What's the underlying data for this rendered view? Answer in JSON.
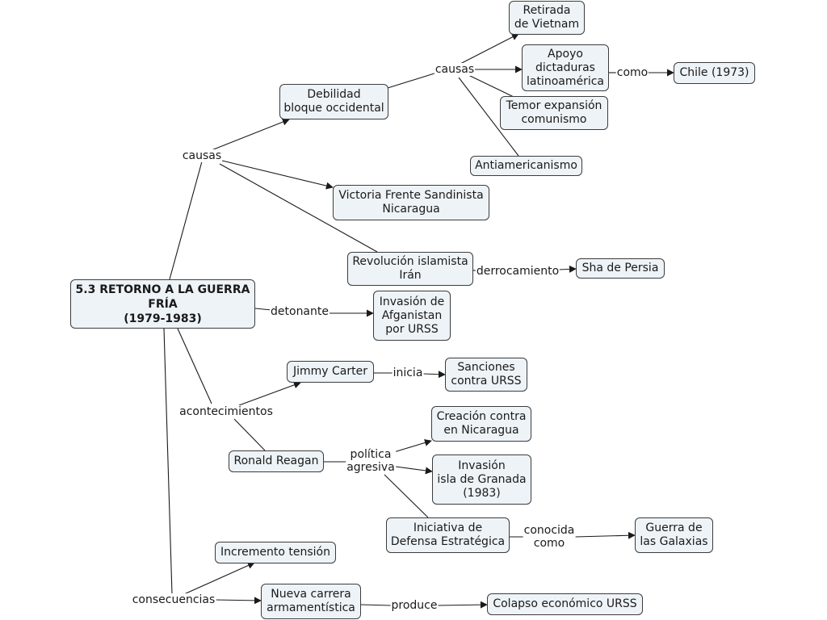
{
  "main": {
    "line1": "5.3 RETORNO A LA GUERRA",
    "line2": "FRÍA",
    "line3": "(1979-1983)"
  },
  "nodes": {
    "debilidad": [
      "Debilidad",
      "bloque occidental"
    ],
    "retirada": [
      "Retirada",
      "de Vietnam"
    ],
    "apoyo": [
      "Apoyo",
      "dictaduras",
      "latinoamérica"
    ],
    "chile": [
      "Chile (1973)"
    ],
    "temor": [
      "Temor expansión",
      "comunismo"
    ],
    "antiamericanismo": [
      "Antiamericanismo"
    ],
    "victoria": [
      "Victoria Frente Sandinista",
      "Nicaragua"
    ],
    "revolucion": [
      "Revolución islamista",
      "Irán"
    ],
    "sha": [
      "Sha de Persia"
    ],
    "invasion_afganistan": [
      "Invasión de",
      "Afganistan",
      "por URSS"
    ],
    "carter": [
      "Jimmy Carter"
    ],
    "sanciones": [
      "Sanciones",
      "contra URSS"
    ],
    "reagan": [
      "Ronald Reagan"
    ],
    "creacion": [
      "Creación contra",
      "en Nicaragua"
    ],
    "granada": [
      "Invasión",
      "isla de Granada",
      "(1983)"
    ],
    "iniciativa": [
      "Iniciativa de",
      "Defensa Estratégica"
    ],
    "galaxias": [
      "Guerra de",
      "las Galaxias"
    ],
    "incremento": [
      "Incremento tensión"
    ],
    "carrera": [
      "Nueva carrera",
      "armamentística"
    ],
    "colapso": [
      "Colapso económico URSS"
    ]
  },
  "links": {
    "causas_main": [
      "causas"
    ],
    "causas_debilidad": [
      "causas"
    ],
    "como": [
      "como"
    ],
    "derrocamiento": [
      "derrocamiento"
    ],
    "detonante": [
      "detonante"
    ],
    "acontecimientos": [
      "acontecimientos"
    ],
    "inicia": [
      "inicia"
    ],
    "politica": [
      "política",
      "agresiva"
    ],
    "conocida": [
      "conocida",
      "como"
    ],
    "consecuencias": [
      "consecuencias"
    ],
    "produce": [
      "produce"
    ]
  },
  "colors": {
    "node_fill": "#eef3f7",
    "node_border": "#3c3c3c",
    "line": "#1a1a1a"
  }
}
